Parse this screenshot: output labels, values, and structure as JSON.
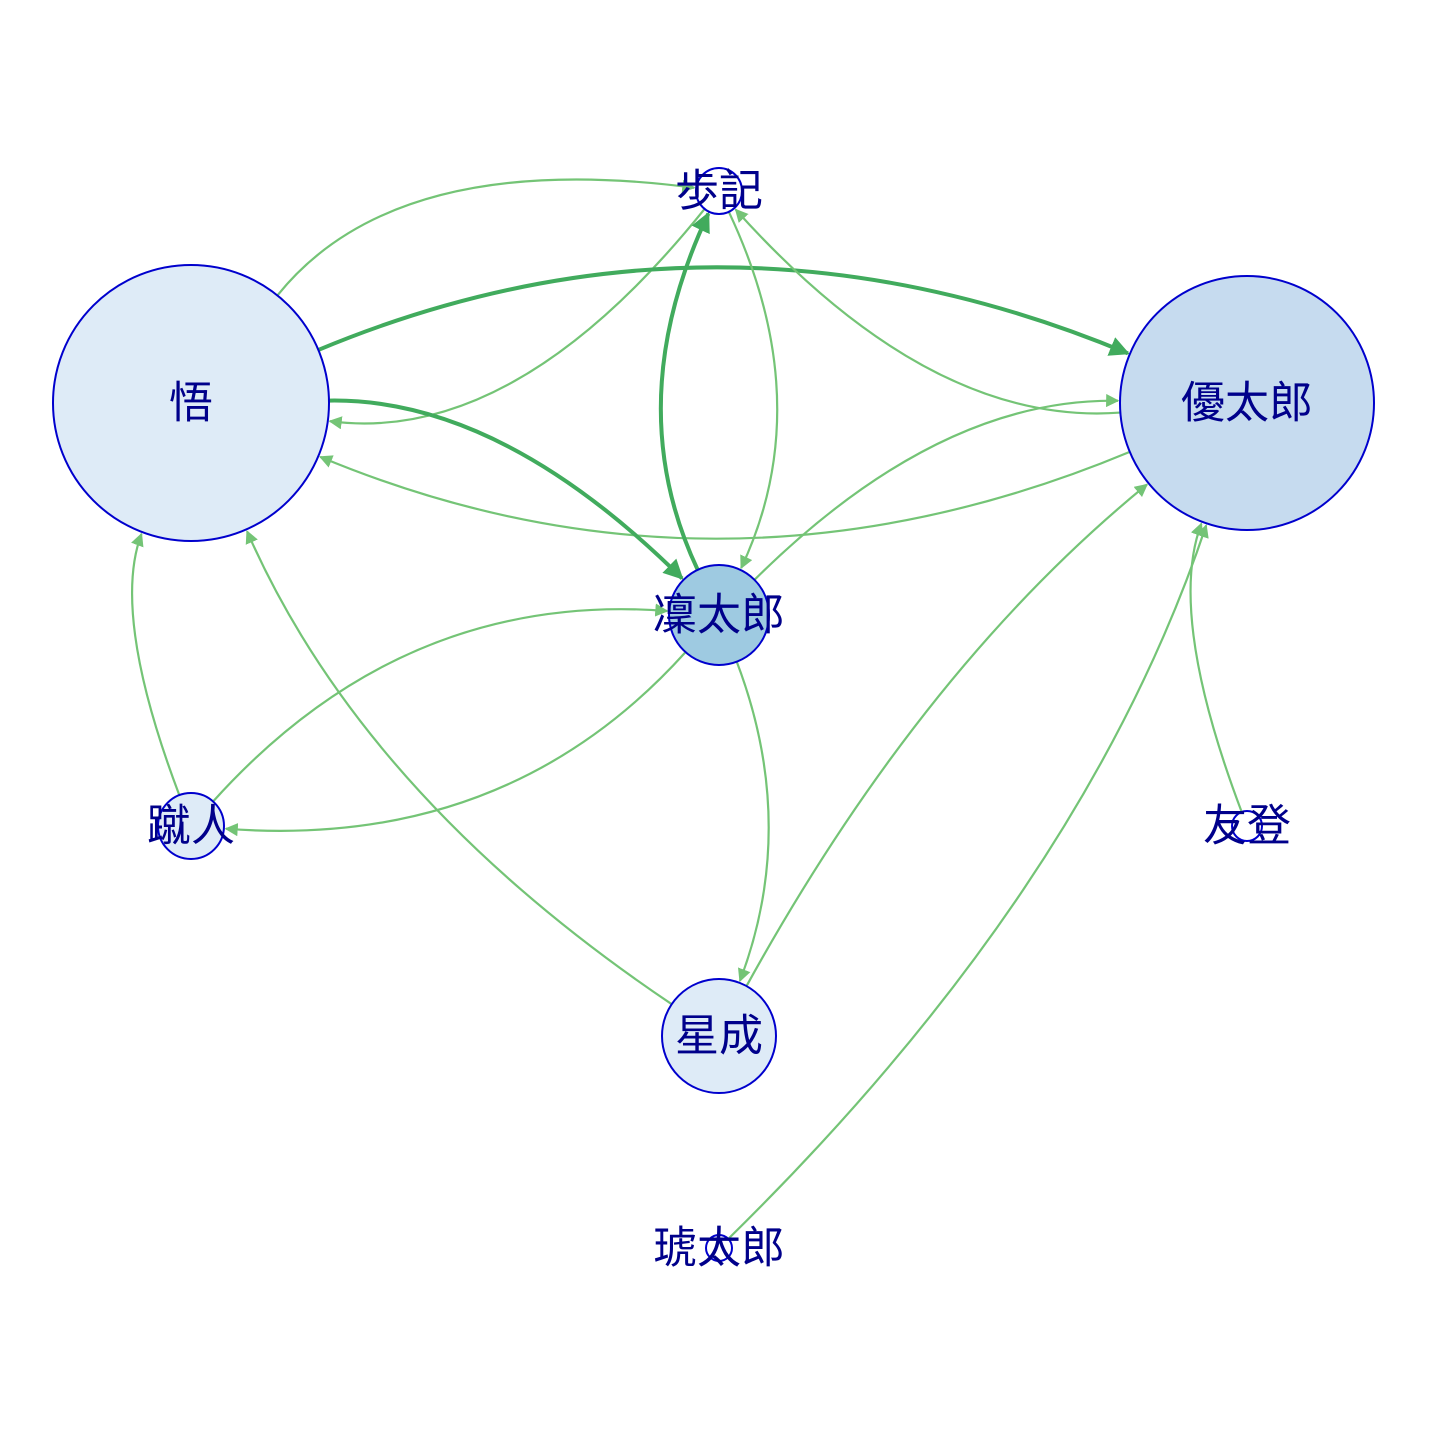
{
  "colors": {
    "edge_light": "#74c476",
    "edge_strong": "#41ab5d",
    "node_stroke": "#0000cd",
    "label": "#00008b",
    "node_fill_light": "#deebf7",
    "node_fill_mid": "#c6dbef",
    "node_fill_dark": "#9ecae1",
    "node_fill_white": "#ffffff"
  },
  "nodes": [
    {
      "id": "ayumi",
      "label": "歩記",
      "fill": "#ffffff"
    },
    {
      "id": "satoru",
      "label": "悟",
      "fill": "#deebf7"
    },
    {
      "id": "yutaro",
      "label": "優太郎",
      "fill": "#c6dbef"
    },
    {
      "id": "rintaro",
      "label": "凜太郎",
      "fill": "#9ecae1"
    },
    {
      "id": "shuto",
      "label": "蹴人",
      "fill": "#deebf7"
    },
    {
      "id": "tomoto",
      "label": "友登",
      "fill": "#ffffff"
    },
    {
      "id": "seina",
      "label": "星成",
      "fill": "#deebf7"
    },
    {
      "id": "kotaro",
      "label": "琥太郎",
      "fill": "#ffffff"
    }
  ],
  "edges": [
    {
      "from": "satoru",
      "to": "ayumi",
      "weight": 1
    },
    {
      "from": "ayumi",
      "to": "satoru",
      "weight": 1
    },
    {
      "from": "satoru",
      "to": "yutaro",
      "weight": 2
    },
    {
      "from": "yutaro",
      "to": "satoru",
      "weight": 1
    },
    {
      "from": "satoru",
      "to": "rintaro",
      "weight": 2
    },
    {
      "from": "yutaro",
      "to": "ayumi",
      "weight": 1
    },
    {
      "from": "rintaro",
      "to": "ayumi",
      "weight": 2
    },
    {
      "from": "ayumi",
      "to": "rintaro",
      "weight": 1
    },
    {
      "from": "rintaro",
      "to": "yutaro",
      "weight": 1
    },
    {
      "from": "shuto",
      "to": "satoru",
      "weight": 1
    },
    {
      "from": "shuto",
      "to": "rintaro",
      "weight": 1
    },
    {
      "from": "rintaro",
      "to": "shuto",
      "weight": 1
    },
    {
      "from": "rintaro",
      "to": "seina",
      "weight": 1
    },
    {
      "from": "seina",
      "to": "satoru",
      "weight": 1
    },
    {
      "from": "seina",
      "to": "yutaro",
      "weight": 1
    },
    {
      "from": "kotaro",
      "to": "yutaro",
      "weight": 1
    },
    {
      "from": "tomoto",
      "to": "yutaro",
      "weight": 1
    }
  ]
}
